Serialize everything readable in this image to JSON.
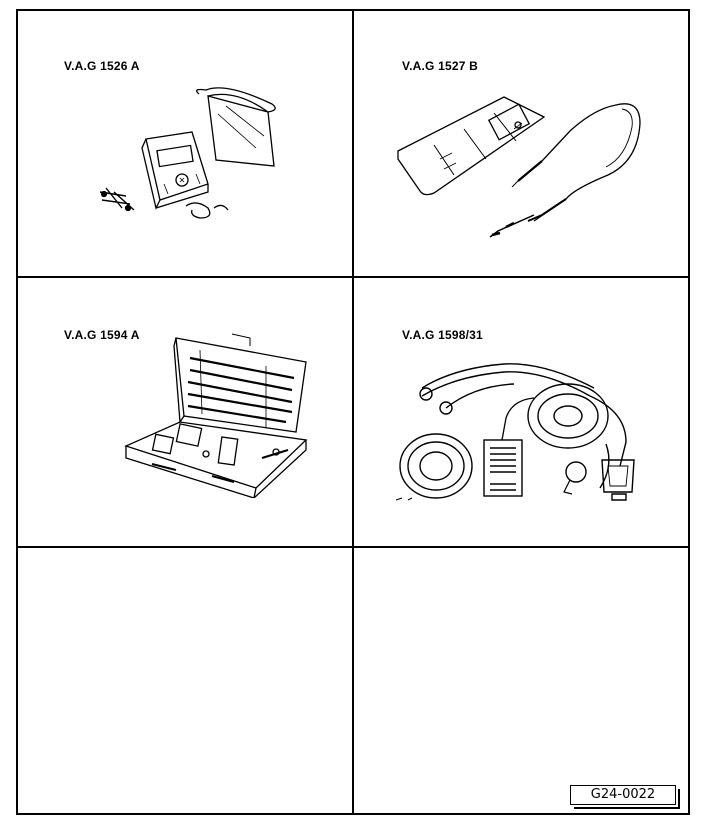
{
  "tools": [
    {
      "label": "V.A.G 1526 A",
      "icon": "multimeter-case-illustration"
    },
    {
      "label": "V.A.G 1527 B",
      "icon": "probe-tester-illustration"
    },
    {
      "label": "V.A.G 1594 A",
      "icon": "adapter-case-illustration"
    },
    {
      "label": "V.A.G 1598/31",
      "icon": "test-cable-harness-illustration"
    }
  ],
  "figure_ref": "G24-0022"
}
